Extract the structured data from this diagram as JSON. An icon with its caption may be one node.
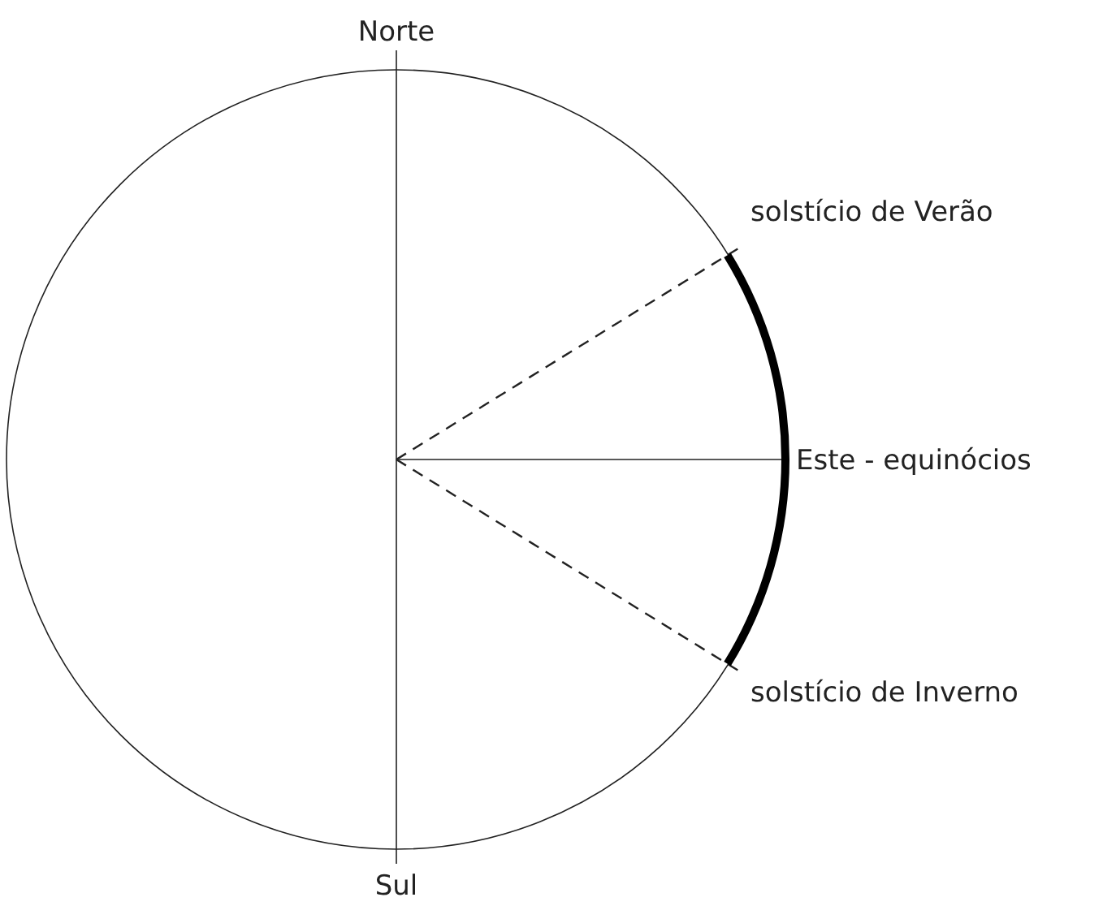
{
  "diagram": {
    "labels": [
      "Norte",
      "solstício de Verão",
      "Este - equinócios",
      "solstício de Inverno",
      "Sul"
    ]
  }
}
